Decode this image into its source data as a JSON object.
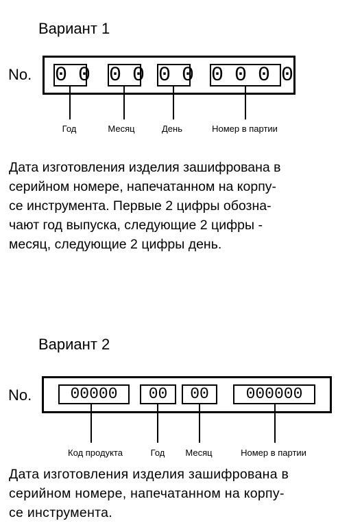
{
  "variant1": {
    "title": "Вариант 1",
    "no_label": "No.",
    "segments": [
      "0 0",
      "0 0",
      "0 0",
      "0 0 0 0"
    ],
    "labels": [
      "Год",
      "Месяц",
      "День",
      "Номер в партии"
    ],
    "description_lines": [
      "Дата изготовления изделия зашифрована в",
      "серийном номере, напечатанном на корпу-",
      "се инструмента. Первые 2 цифры обозна-",
      "чают год выпуска, следующие 2 цифры -",
      "месяц, следующие 2 цифры день."
    ]
  },
  "variant2": {
    "title": "Вариант 2",
    "no_label": "No.",
    "segments": [
      "00000",
      "00",
      "00",
      "000000"
    ],
    "labels": [
      "Код продукта",
      "Год",
      "Месяц",
      "Номер в партии"
    ],
    "description_lines": [
      "Дата изготовления изделия зашифрована в",
      "серийном номере, напечатанном на корпу-",
      "се инструмента."
    ]
  }
}
